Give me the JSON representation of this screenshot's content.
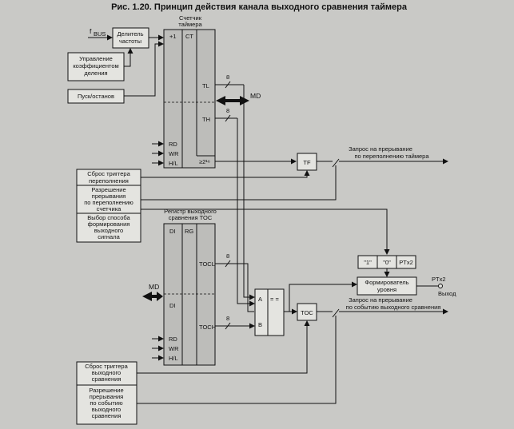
{
  "title": "Рис. 1.20. Принцип действия канала выходного сравнения таймера",
  "inputs": {
    "fbus_main": "f",
    "fbus_sub": "BUS"
  },
  "blocks": {
    "divider": [
      "Делитель",
      "частоты"
    ],
    "prescaler_control": [
      "Управление",
      "коэффициентом",
      "деления"
    ],
    "start_stop": "Пуск/останов",
    "counter_title": [
      "Счетчик",
      "таймера"
    ],
    "counter_plus1": "+1",
    "counter_ct": "CT",
    "counter_tl": "TL",
    "counter_th": "TH",
    "counter_rd": "RD",
    "counter_wr": "WR",
    "counter_hl": "H/L",
    "counter_overflow": "≥2¹⁶",
    "md_top": "MD",
    "tf": "TF",
    "overflow_interrupt": [
      "Запрос на прерывание",
      "по переполнению таймера"
    ],
    "reset_overflow": [
      "Сброс триггера",
      "переполнения"
    ],
    "overflow_int_enable": [
      "Разрешение",
      "прерывания",
      "по переполнению",
      "счетчика"
    ],
    "output_mode": [
      "Выбор способа",
      "формирования",
      "выходного",
      "сигнала"
    ],
    "toc_title": [
      "Регистр выходного",
      "сравнения TOC"
    ],
    "toc_di_top": "DI",
    "toc_rg": "RG",
    "toc_tocl": "TOCL",
    "toc_di_bottom": "DI",
    "toc_toch": "TOCH",
    "toc_rd": "RD",
    "toc_wr": "WR",
    "toc_hl": "H/L",
    "md_bottom": "MD",
    "comparator_a": "A",
    "comparator_b": "B",
    "comparator_eq": "= =",
    "toc_flag": "TOC",
    "compare_interrupt": [
      "Запрос на прерывание",
      "по событию выходного сравнения"
    ],
    "level_options": [
      "\"1\"",
      "\"0\"",
      "PTx2"
    ],
    "level_former": [
      "Формирователь",
      "уровня"
    ],
    "ptx2": "PTx2",
    "output": "Выход",
    "reset_compare": [
      "Сброс триггера",
      "выходного",
      "сравнения"
    ],
    "compare_int_enable": [
      "Разрешение",
      "прерывания",
      "по событию",
      "выходного",
      "сравнения"
    ],
    "bus_width_1": "8",
    "bus_width_2": "8",
    "bus_width_3": "8",
    "bus_width_4": "8"
  },
  "colors": {
    "background": "#c9c9c6",
    "box": "#e4e4e0",
    "register": "#bdbdba",
    "ink": "#111111"
  }
}
